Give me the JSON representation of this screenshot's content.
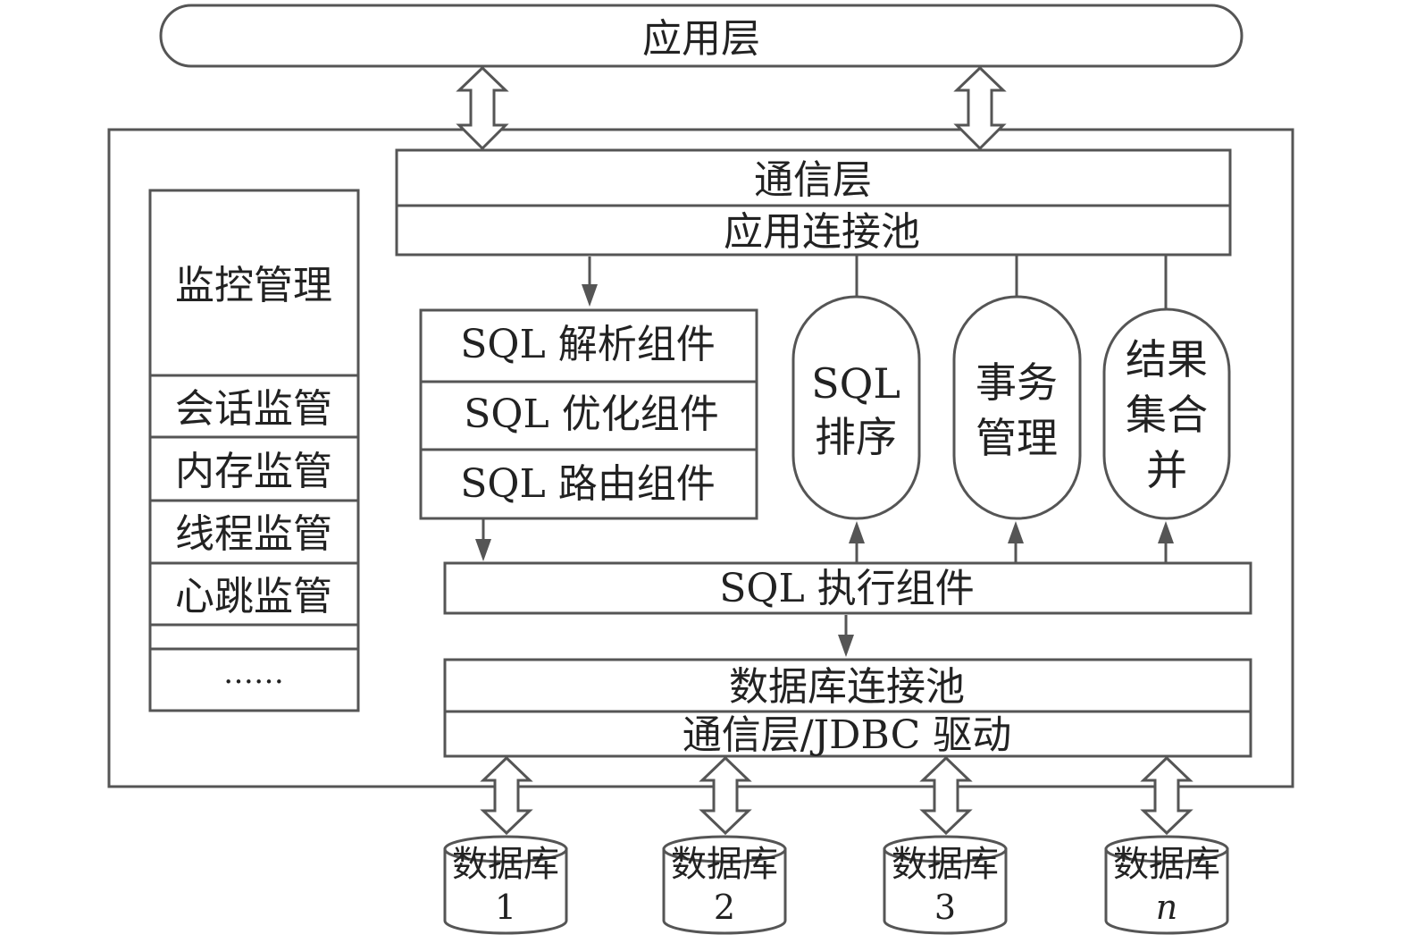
{
  "application_layer": "应用层",
  "middleware": {
    "communication_layer": "通信层",
    "app_connection_pool": "应用连接池",
    "monitor": {
      "title": "监控管理",
      "items": [
        "会话监管",
        "内存监管",
        "线程监管",
        "心跳监管",
        "",
        "……"
      ]
    },
    "sql_components": [
      "SQL 解析组件",
      "SQL 优化组件",
      "SQL 路由组件"
    ],
    "capsules": [
      {
        "lines": [
          "SQL",
          "排序"
        ]
      },
      {
        "lines": [
          "事务",
          "管理"
        ]
      },
      {
        "lines": [
          "结果",
          "集合",
          "并"
        ]
      }
    ],
    "sql_executor": "SQL 执行组件",
    "db_connection_pool": "数据库连接池",
    "jdbc_driver": "通信层/JDBC 驱动"
  },
  "databases": [
    {
      "label": "数据库",
      "id": "1",
      "italic": false
    },
    {
      "label": "数据库",
      "id": "2",
      "italic": false
    },
    {
      "label": "数据库",
      "id": "3",
      "italic": false
    },
    {
      "label": "数据库",
      "id": "n",
      "italic": true
    }
  ]
}
